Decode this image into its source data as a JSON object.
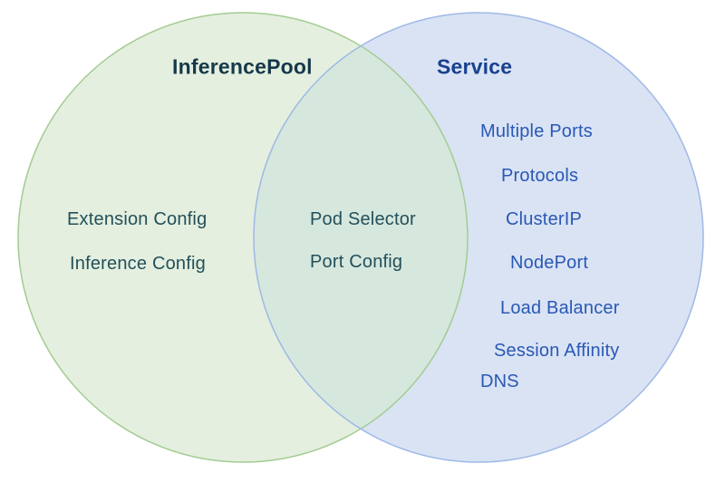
{
  "venn": {
    "left": {
      "title": "InferencePool",
      "items": [
        "Extension Config",
        "Inference Config"
      ]
    },
    "intersection": {
      "items": [
        "Pod Selector",
        "Port Config"
      ]
    },
    "right": {
      "title": "Service",
      "items": [
        "Multiple Ports",
        "Protocols",
        "ClusterIP",
        "NodePort",
        "Load Balancer",
        "Session Affinity",
        "DNS"
      ]
    },
    "colors": {
      "left_fill": "#e4efdf",
      "left_stroke": "#a3cc92",
      "right_fill": "#d9e3f4",
      "right_stroke": "#9fb9e6",
      "overlap_fill": "#d6e7dd",
      "left_title_text": "#16384a",
      "left_item_text": "#23505a",
      "right_title_text": "#19418e",
      "right_item_text": "#2a58b5",
      "background": "#ffffff"
    }
  }
}
